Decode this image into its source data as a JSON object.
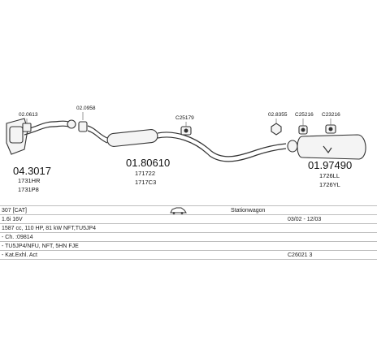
{
  "parts": [
    {
      "number": "04.3017",
      "refs": [
        "1731HR",
        "1731P8"
      ],
      "clip": "02.0613"
    },
    {
      "number": "01.80610",
      "refs": [
        "171722",
        "1717C3"
      ],
      "clip": "02.0958"
    },
    {
      "number": "01.97490",
      "refs": [
        "1726LL",
        "1726YL"
      ]
    }
  ],
  "fittings": [
    "C25179",
    "02.8355",
    "C25216",
    "C23216"
  ],
  "vehicle": {
    "model": "307 [CAT]",
    "body": "Stationwagon",
    "engine": "1.6i 16V",
    "years": "03/02 - 12/03",
    "spec": "1587 cc, 110 HP, 81 kW NFT,TU5JP4",
    "chassis": "- Ch. :09814",
    "engine_code": "- TU5JP4/NFU, NFT, 5HN FJE",
    "note": "- Kat.Exhl. Act",
    "code": "C26021 3"
  }
}
